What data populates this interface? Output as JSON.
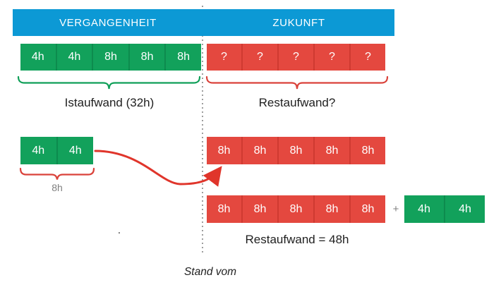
{
  "header": {
    "left_label": "VERGANGENHEIT",
    "right_label": "ZUKUNFT"
  },
  "row1": {
    "past_cells": [
      "4h",
      "4h",
      "8h",
      "8h",
      "8h"
    ],
    "future_cells": [
      "?",
      "?",
      "?",
      "?",
      "?"
    ],
    "past_caption": "Istaufwand (32h)",
    "future_caption": "Restaufwand?"
  },
  "row2": {
    "moved_cells": [
      "4h",
      "4h"
    ],
    "moved_caption": "8h",
    "future_cells": [
      "8h",
      "8h",
      "8h",
      "8h",
      "8h"
    ]
  },
  "row3": {
    "future_cells": [
      "8h",
      "8h",
      "8h",
      "8h",
      "8h"
    ],
    "plus_sign": "+",
    "moved_cells": [
      "4h",
      "4h"
    ],
    "caption": "Restaufwand = 48h"
  },
  "footer": {
    "stray_dot": ".",
    "stand_label": "Stand vom"
  },
  "colors": {
    "header_blue": "#0c99d5",
    "effort_green": "#12a15b",
    "effort_red": "#e4483f",
    "brace_green": "#0f9f58",
    "brace_red": "#da423a",
    "arrow_red": "#e0352b",
    "divider_gray": "#9e9e9e",
    "caption_gray": "#7f7f7f",
    "text_dark": "#1f1f1f"
  }
}
